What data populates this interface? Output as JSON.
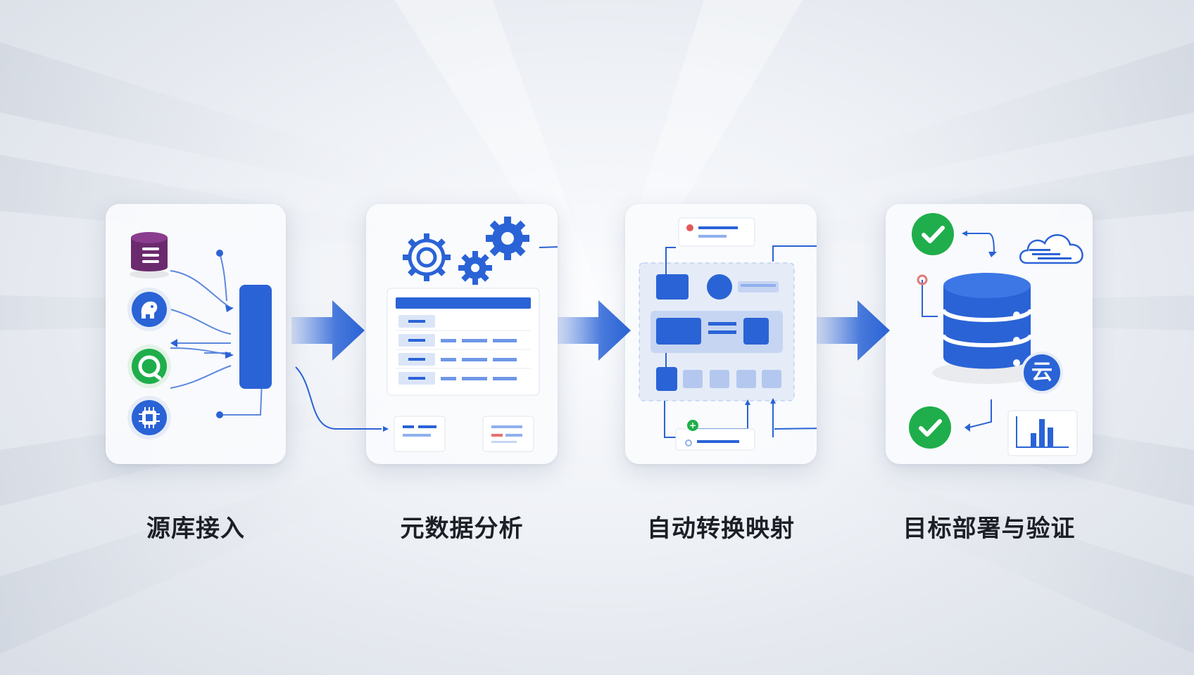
{
  "steps": [
    {
      "id": "source",
      "label": "源库接入"
    },
    {
      "id": "metadata",
      "label": "元数据分析"
    },
    {
      "id": "transform",
      "label": "自动转换映射"
    },
    {
      "id": "deploy",
      "label": "目标部署与验证"
    }
  ],
  "deploy_card": {
    "cloud_badge": "云"
  },
  "colors": {
    "primary_blue": "#2a63d6",
    "light_blue": "#8fb0ee",
    "green": "#1fae4b",
    "purple": "#6b2a6e",
    "text_dark": "#1c1f26"
  },
  "icons": [
    "database-icon",
    "elephant-icon",
    "mongo-leaf-icon",
    "chip-icon",
    "gear-icon",
    "checkmark-icon",
    "cloud-icon",
    "bar-chart-icon"
  ]
}
